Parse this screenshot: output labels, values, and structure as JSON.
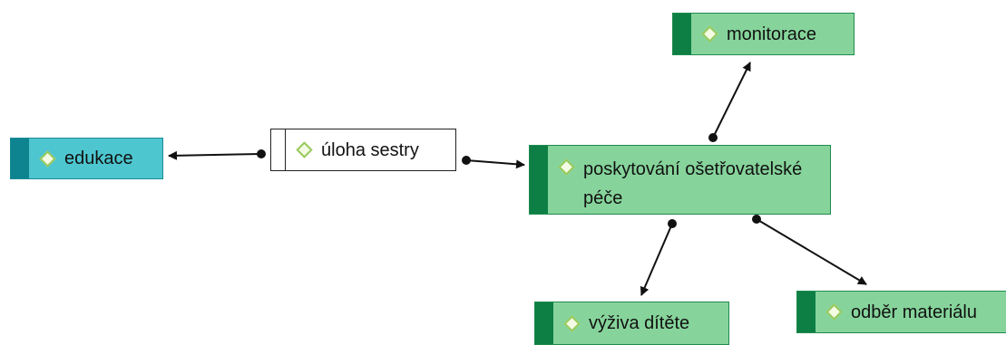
{
  "colors": {
    "green_fill": "#86d49b",
    "green_stripe": "#0d7f45",
    "teal_fill": "#4dc6cf",
    "teal_stripe": "#0f8491",
    "diamond_border": "#97c95a",
    "connector": "#111111"
  },
  "nodes": {
    "monitorace": {
      "label": "monitorace",
      "icon": "diamond-icon"
    },
    "edukace": {
      "label": "edukace",
      "icon": "diamond-icon"
    },
    "uloha": {
      "label": "úloha sestry",
      "icon": "diamond-icon"
    },
    "poskytovani": {
      "label": "poskytování ošetřovatelské péče",
      "icon": "diamond-icon"
    },
    "vyziva": {
      "label": "výživa dítěte",
      "icon": "diamond-icon"
    },
    "odber": {
      "label": "odběr materiálu",
      "icon": "diamond-icon"
    }
  },
  "connections": [
    {
      "from": "uloha",
      "to": "edukace"
    },
    {
      "from": "uloha",
      "to": "poskytovani"
    },
    {
      "from": "poskytovani",
      "to": "monitorace"
    },
    {
      "from": "poskytovani",
      "to": "vyziva"
    },
    {
      "from": "poskytovani",
      "to": "odber"
    }
  ]
}
